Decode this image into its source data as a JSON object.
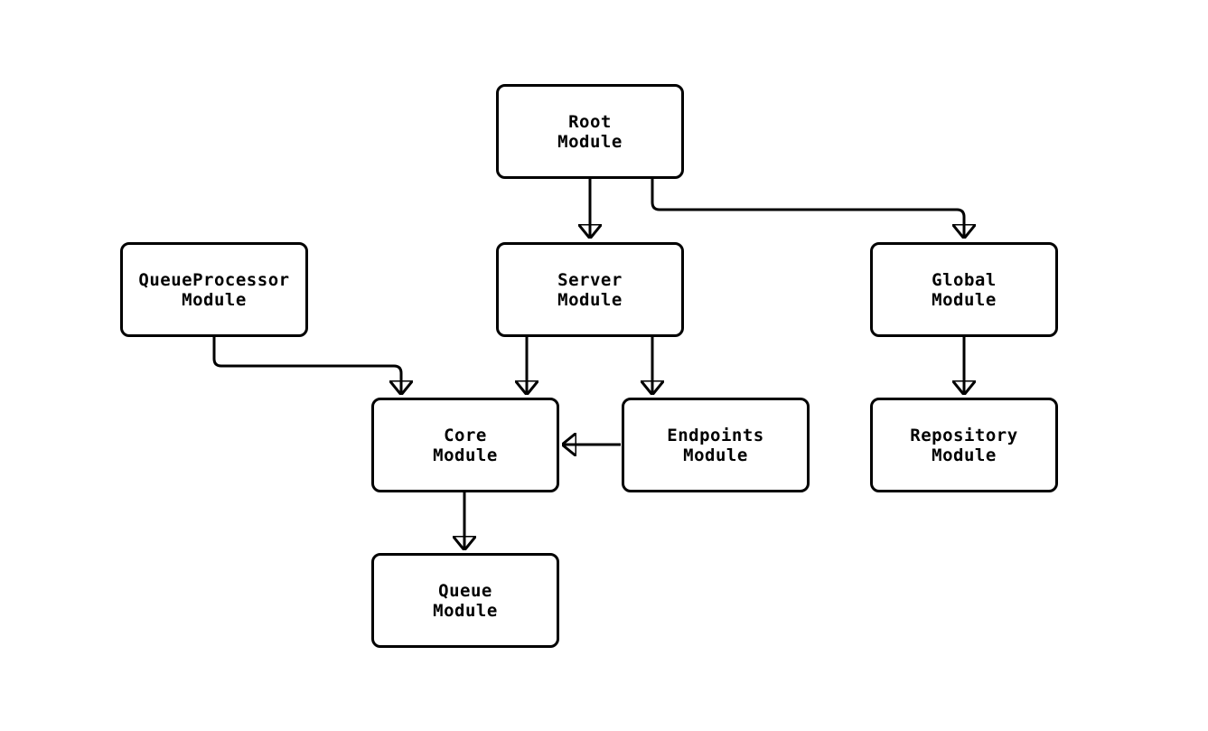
{
  "diagram": {
    "type": "flowchart",
    "colors": {
      "background": "#ffffff",
      "node_fill": "#ffffff",
      "node_border": "#000000",
      "edge": "#000000",
      "text": "#000000"
    },
    "nodes": [
      {
        "id": "root",
        "line1": "Root",
        "line2": "Module"
      },
      {
        "id": "queueprocessor",
        "line1": "QueueProcessor",
        "line2": "Module"
      },
      {
        "id": "server",
        "line1": "Server",
        "line2": "Module"
      },
      {
        "id": "global",
        "line1": "Global",
        "line2": "Module"
      },
      {
        "id": "core",
        "line1": "Core",
        "line2": "Module"
      },
      {
        "id": "endpoints",
        "line1": "Endpoints",
        "line2": "Module"
      },
      {
        "id": "repository",
        "line1": "Repository",
        "line2": "Module"
      },
      {
        "id": "queue",
        "line1": "Queue",
        "line2": "Module"
      }
    ],
    "edges": [
      {
        "from": "Root Module",
        "to": "Server Module"
      },
      {
        "from": "Root Module",
        "to": "Global Module"
      },
      {
        "from": "QueueProcessor Module",
        "to": "Core Module"
      },
      {
        "from": "Server Module",
        "to": "Core Module"
      },
      {
        "from": "Server Module",
        "to": "Endpoints Module"
      },
      {
        "from": "Endpoints Module",
        "to": "Core Module"
      },
      {
        "from": "Global Module",
        "to": "Repository Module"
      },
      {
        "from": "Core Module",
        "to": "Queue Module"
      }
    ]
  }
}
